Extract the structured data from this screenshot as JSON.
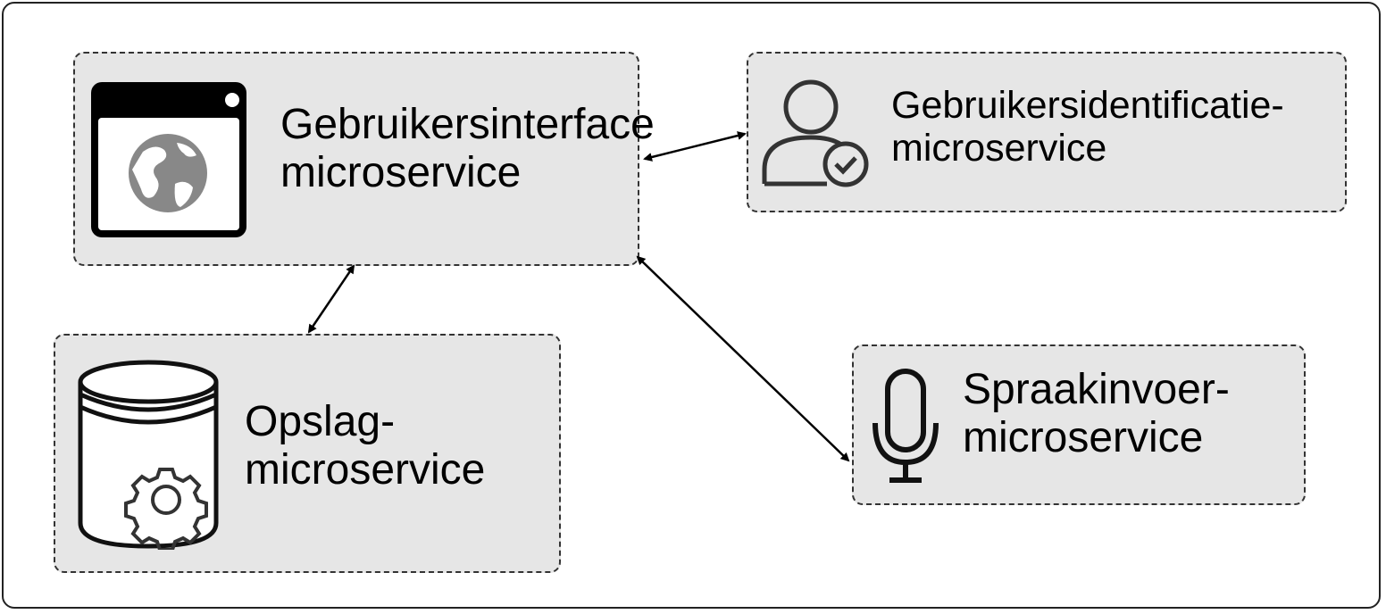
{
  "services": {
    "ui": {
      "line1": "Gebruikersinterface",
      "line2": "microservice",
      "icon": "browser-globe-icon"
    },
    "identity": {
      "line1": "Gebruikersidentificatie-",
      "line2": "microservice",
      "icon": "user-check-icon"
    },
    "storage": {
      "line1": "Opslag-",
      "line2": "microservice",
      "icon": "database-gear-icon"
    },
    "voice": {
      "line1": "Spraakinvoer-",
      "line2": "microservice",
      "icon": "microphone-icon"
    }
  },
  "connections": [
    {
      "from": "ui",
      "to": "identity",
      "type": "bidirectional"
    },
    {
      "from": "ui",
      "to": "storage",
      "type": "bidirectional"
    },
    {
      "from": "ui",
      "to": "voice",
      "type": "bidirectional"
    }
  ],
  "colors": {
    "box_fill": "#e6e6e6",
    "border": "#333333",
    "icon_gray": "#888888"
  }
}
